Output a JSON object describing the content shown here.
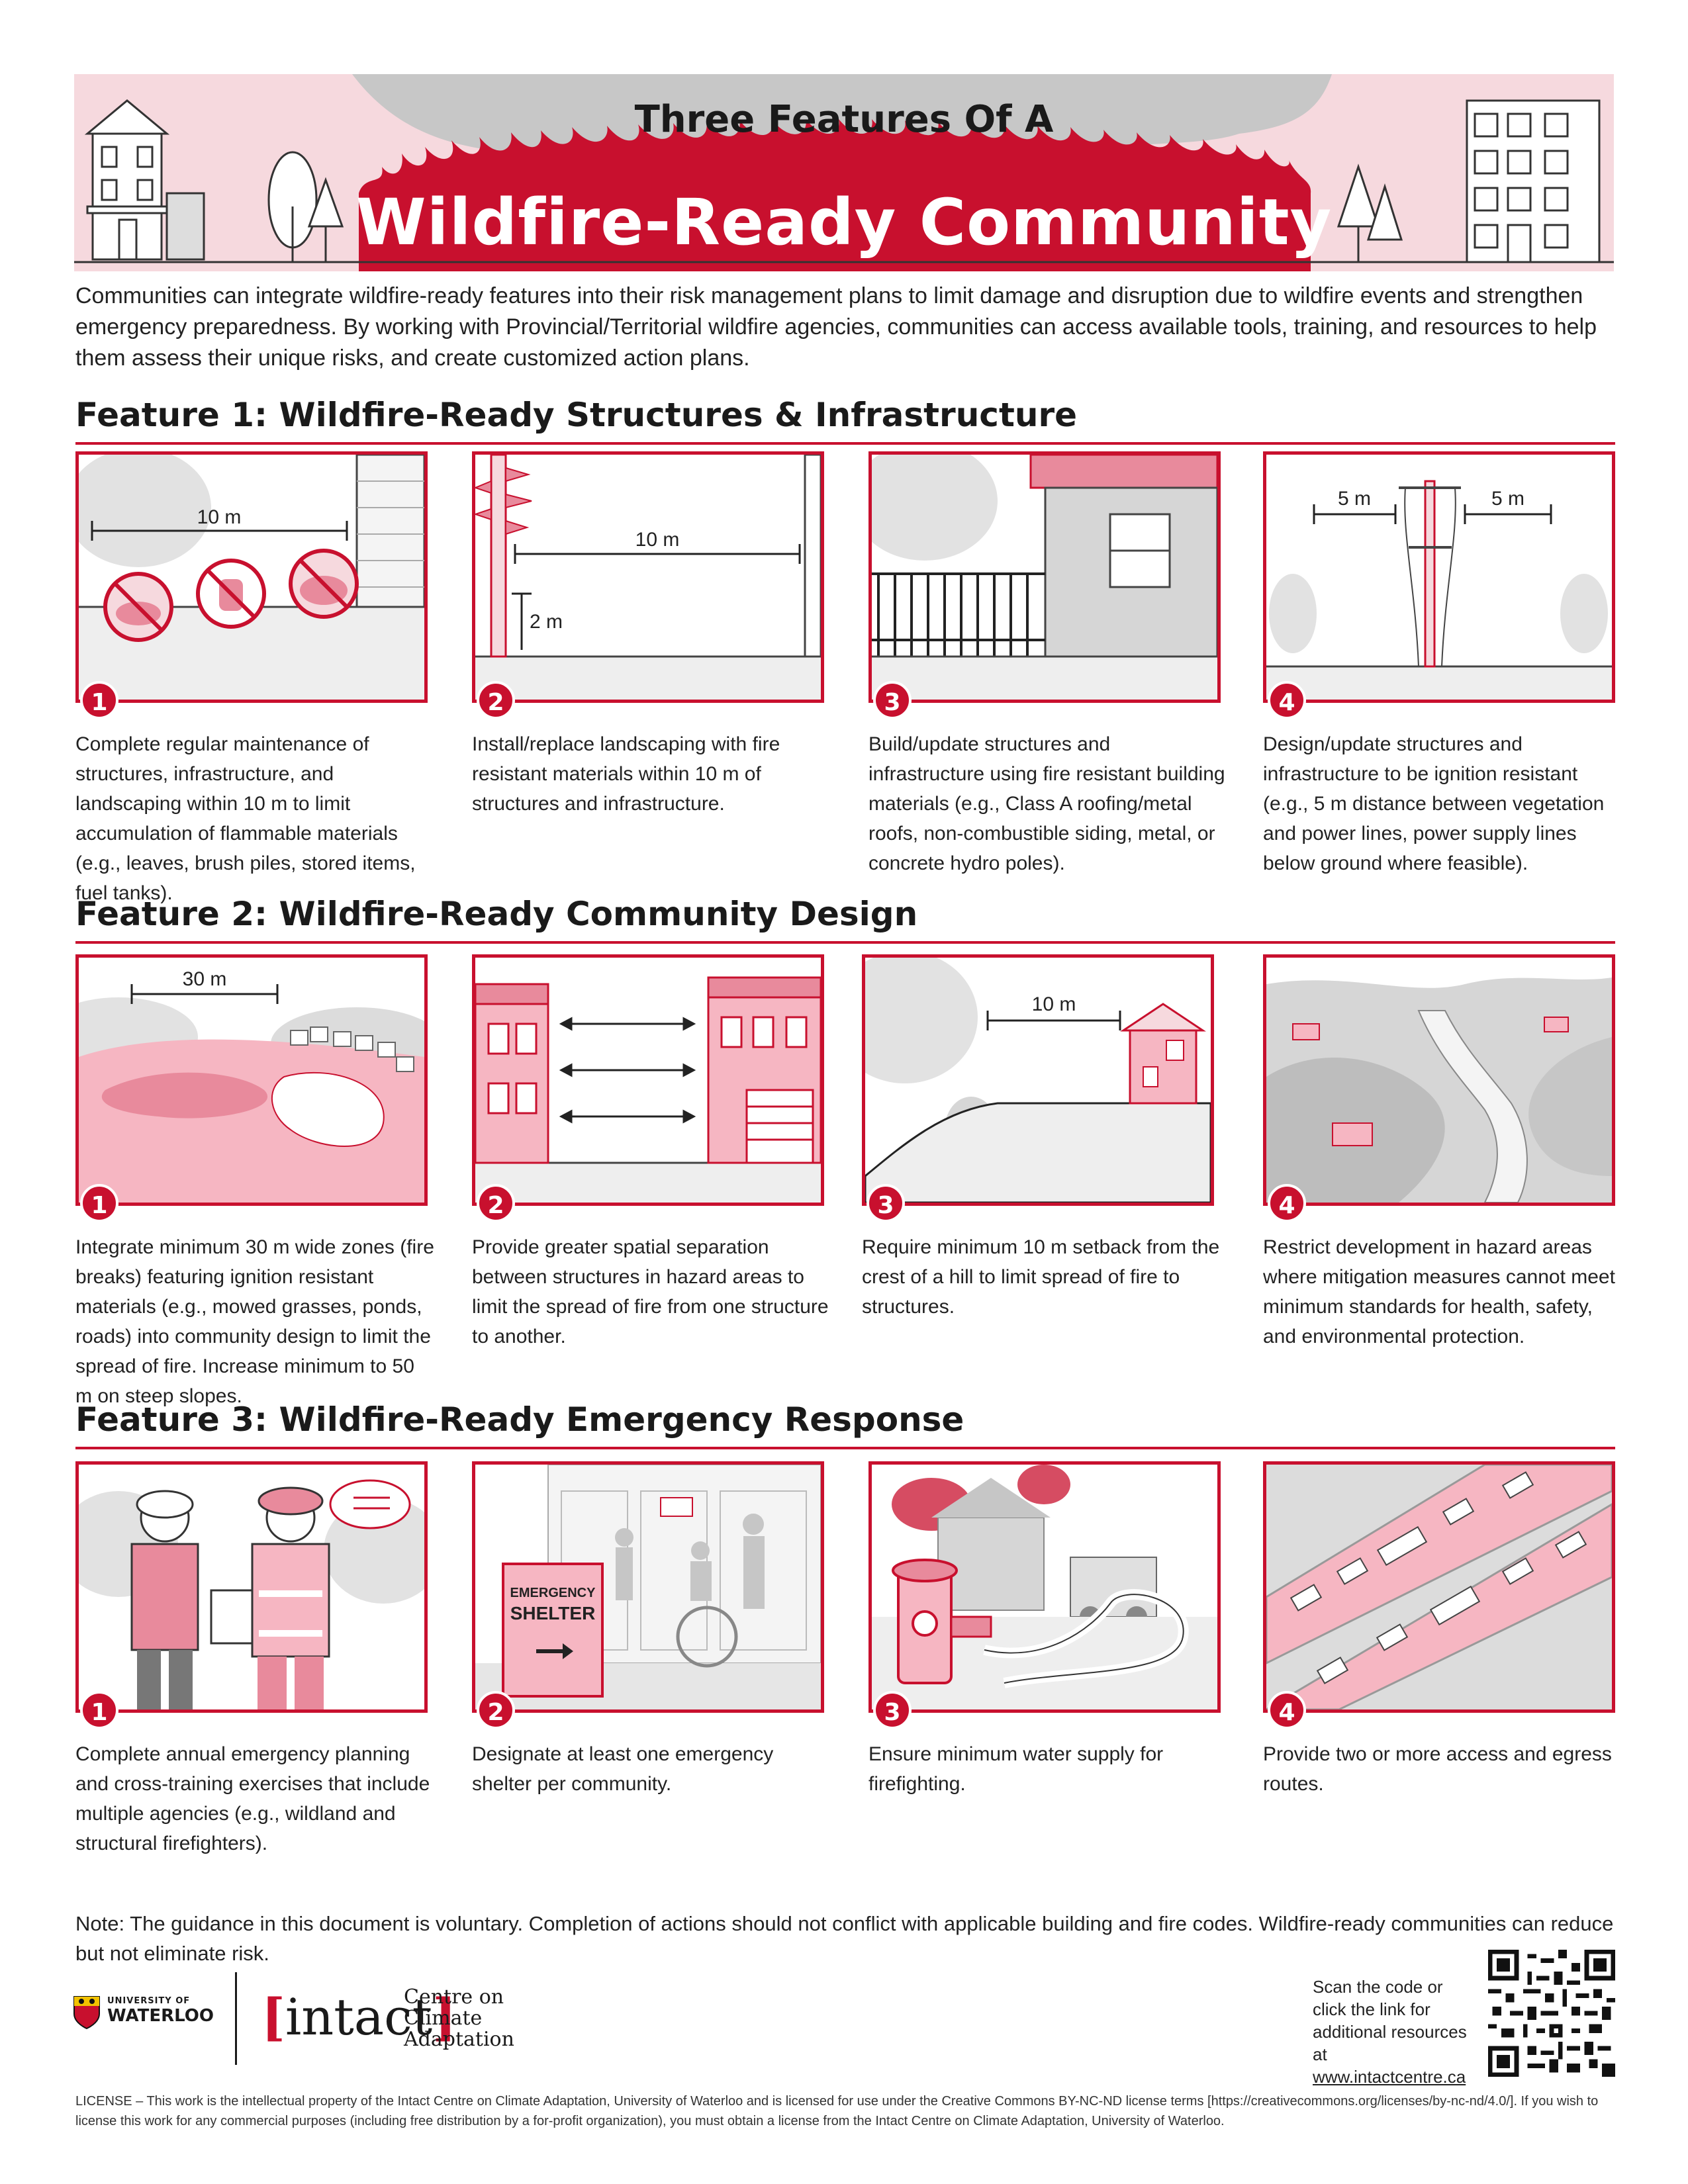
{
  "banner": {
    "title_top": "Three Features Of A",
    "title_main": "Wildfire-Ready Community"
  },
  "intro": "Communities can integrate wildfire-ready features into their risk management plans to limit damage and disruption due to wildfire events and strengthen emergency preparedness. By working with Provincial/Territorial wildfire agencies, communities can access available tools, training, and resources to help them assess their unique risks, and create customized action plans.",
  "features": [
    {
      "title": "Feature 1: Wildfire-Ready Structures & Infrastructure",
      "items": [
        {
          "number": "1",
          "labels": [
            "10 m"
          ],
          "caption": "Complete regular maintenance of structures, infrastructure, and landscaping within 10 m to limit accumulation of flammable materials (e.g., leaves, brush piles, stored items, fuel tanks)."
        },
        {
          "number": "2",
          "labels": [
            "10 m",
            "2 m"
          ],
          "caption": "Install/replace landscaping with fire resistant materials within 10 m of structures and infrastructure."
        },
        {
          "number": "3",
          "labels": [],
          "caption": "Build/update structures and infrastructure using fire resistant building materials (e.g., Class A roofing/metal roofs, non-combustible siding, metal, or concrete hydro poles)."
        },
        {
          "number": "4",
          "labels": [
            "5 m",
            "5 m"
          ],
          "caption": "Design/update structures and infrastructure to be ignition resistant (e.g., 5 m distance between vegetation and power lines, power supply lines below ground where feasible)."
        }
      ]
    },
    {
      "title": "Feature 2: Wildfire-Ready Community Design",
      "items": [
        {
          "number": "1",
          "labels": [
            "30 m"
          ],
          "caption": "Integrate minimum 30 m wide zones (fire breaks) featuring ignition resistant materials (e.g., mowed grasses, ponds, roads) into community design to limit the spread of fire. Increase minimum to 50 m on steep slopes."
        },
        {
          "number": "2",
          "labels": [],
          "caption": "Provide greater spatial separation between structures in hazard areas to limit the spread of fire from one structure to another."
        },
        {
          "number": "3",
          "labels": [
            "10 m"
          ],
          "caption": "Require minimum 10 m setback from the crest of a hill to limit spread of fire to structures."
        },
        {
          "number": "4",
          "labels": [],
          "caption": "Restrict development in hazard areas where mitigation measures cannot meet minimum standards for health, safety, and environmental protection."
        }
      ]
    },
    {
      "title": "Feature 3: Wildfire-Ready Emergency Response",
      "items": [
        {
          "number": "1",
          "labels": [],
          "caption": "Complete annual emergency planning and cross-training exercises that include multiple agencies (e.g., wildland and structural firefighters)."
        },
        {
          "number": "2",
          "labels": [
            "EMERGENCY",
            "SHELTER",
            "EMERGENCY SHELTER"
          ],
          "caption": "Designate at least one emergency shelter per community."
        },
        {
          "number": "3",
          "labels": [],
          "caption": "Ensure minimum water supply for firefighting."
        },
        {
          "number": "4",
          "labels": [],
          "caption": "Provide two or more access and egress routes."
        }
      ]
    }
  ],
  "note": "Note: The guidance in this document is voluntary. Completion of actions should not conflict with applicable building and fire codes. Wildfire-ready communities can reduce but not eliminate risk.",
  "logos": {
    "uw_small": "UNIVERSITY OF",
    "uw_big": "WATERLOO",
    "intact_open": "[",
    "intact_word": "intact",
    "intact_close": "]",
    "centre_line1": "Centre on",
    "centre_line2": "Climate",
    "centre_line3": "Adaptation"
  },
  "scan": {
    "text": "Scan the code or click the link for additional resources at",
    "link": "www.intactcentre.ca"
  },
  "license": "LICENSE – This work is the intellectual property of the Intact Centre on Climate Adaptation, University of Waterloo and is licensed for use under the Creative Commons BY-NC-ND license terms [https://creativecommons.org/licenses/by-nc-nd/4.0/]. If you wish to license this work for any commercial purposes (including free distribution by a for-profit organization), you must obtain a license from the Intact Centre on Climate Adaptation, University of Waterloo.",
  "colors": {
    "accent_red": "#c8102e",
    "pink_light": "#f6d9de",
    "pink_mid": "#e88a9c",
    "gray": "#9a9a9a"
  }
}
